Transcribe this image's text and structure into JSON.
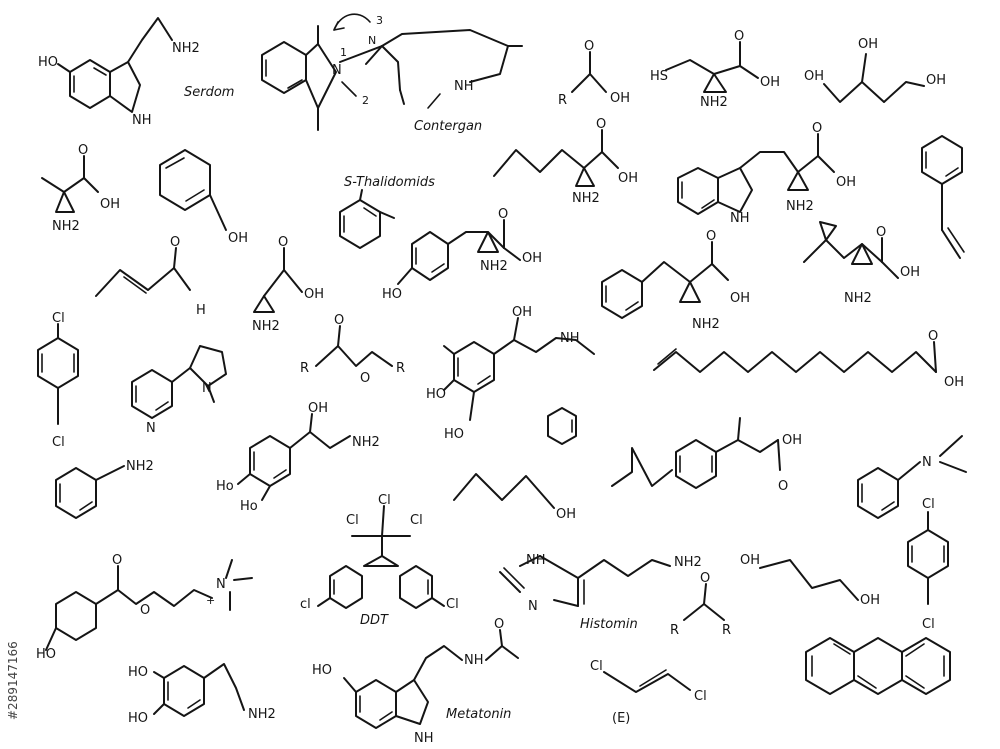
{
  "names": {
    "serotonin": "Serdom",
    "contergan": "Contergan",
    "thalidomide": "S-Thalidomids",
    "ddt": "DDT",
    "histamine": "Histomin",
    "melatonin": "Metatonin",
    "dichloroethene_isomer": "(E)"
  },
  "stock_id": "#289147166",
  "atoms": {
    "ho": "HO",
    "oh": "OH",
    "nh2": "NH2",
    "nh": "NH",
    "n": "N",
    "o": "O",
    "r": "R",
    "hs": "HS",
    "h": "H",
    "cl": "Cl",
    "nh_ac": "NH",
    "n_plus": "N",
    "plus": "+",
    "ho_lower": "Ho",
    "cl_lower": "cl",
    "num_1": "1",
    "num_2": "2",
    "num_3": "3",
    "n_star": "N"
  }
}
